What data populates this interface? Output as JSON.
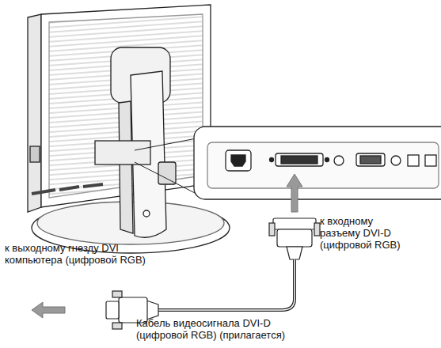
{
  "diagram": {
    "labels": [
      "к входному разъему DVI-D (цифровой RGB)",
      "к выходному гнезду DVI компьютера (цифровой RGB)",
      "Кабель видеосигнала DVI-D (цифровой RGB) (прилагается)"
    ]
  }
}
